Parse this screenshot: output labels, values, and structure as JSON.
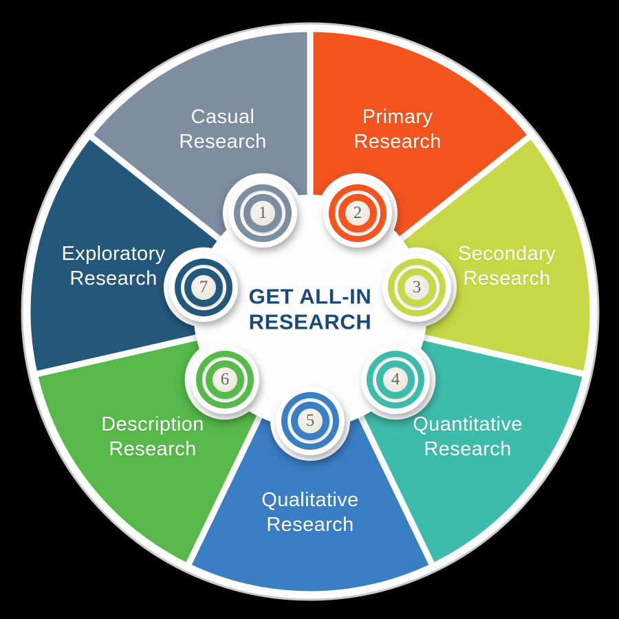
{
  "title": "GET ALL-IN RESEARCH",
  "center": {
    "title_line1": "GET ALL-IN",
    "title_line2": "RESEARCH",
    "text_color": "#1b4a78"
  },
  "segments": [
    {
      "number": 1,
      "label": "Casual Research",
      "label_lines": [
        "Casual",
        "Research"
      ],
      "color": "#7d8ea1"
    },
    {
      "number": 2,
      "label": "Primary Research",
      "label_lines": [
        "Primary",
        "Research"
      ],
      "color": "#f4541d"
    },
    {
      "number": 3,
      "label": "Secondary Research",
      "label_lines": [
        "Secondary",
        "Research"
      ],
      "color": "#c6d845"
    },
    {
      "number": 4,
      "label": "Quantitative Research",
      "label_lines": [
        "Quantitative",
        "Research"
      ],
      "color": "#3ebcab"
    },
    {
      "number": 5,
      "label": "Qualitative Research",
      "label_lines": [
        "Qualitative",
        "Research"
      ],
      "color": "#3a7ec4"
    },
    {
      "number": 6,
      "label": "Description Research",
      "label_lines": [
        "Description",
        "Research"
      ],
      "color": "#57b94a"
    },
    {
      "number": 7,
      "label": "Exploratory Research",
      "label_lines": [
        "Exploratory",
        "Research"
      ],
      "color": "#24587b"
    }
  ],
  "style": {
    "background": "#000000",
    "rim_color": "#ffffff",
    "rim_outline": "#c8c8c8",
    "divider_color": "#ffffff",
    "center_fill": "#fdfdfd",
    "badge_core_fill": "#ece8df",
    "badge_number_color": "#68675f",
    "label_text_color": "#ffffff"
  }
}
